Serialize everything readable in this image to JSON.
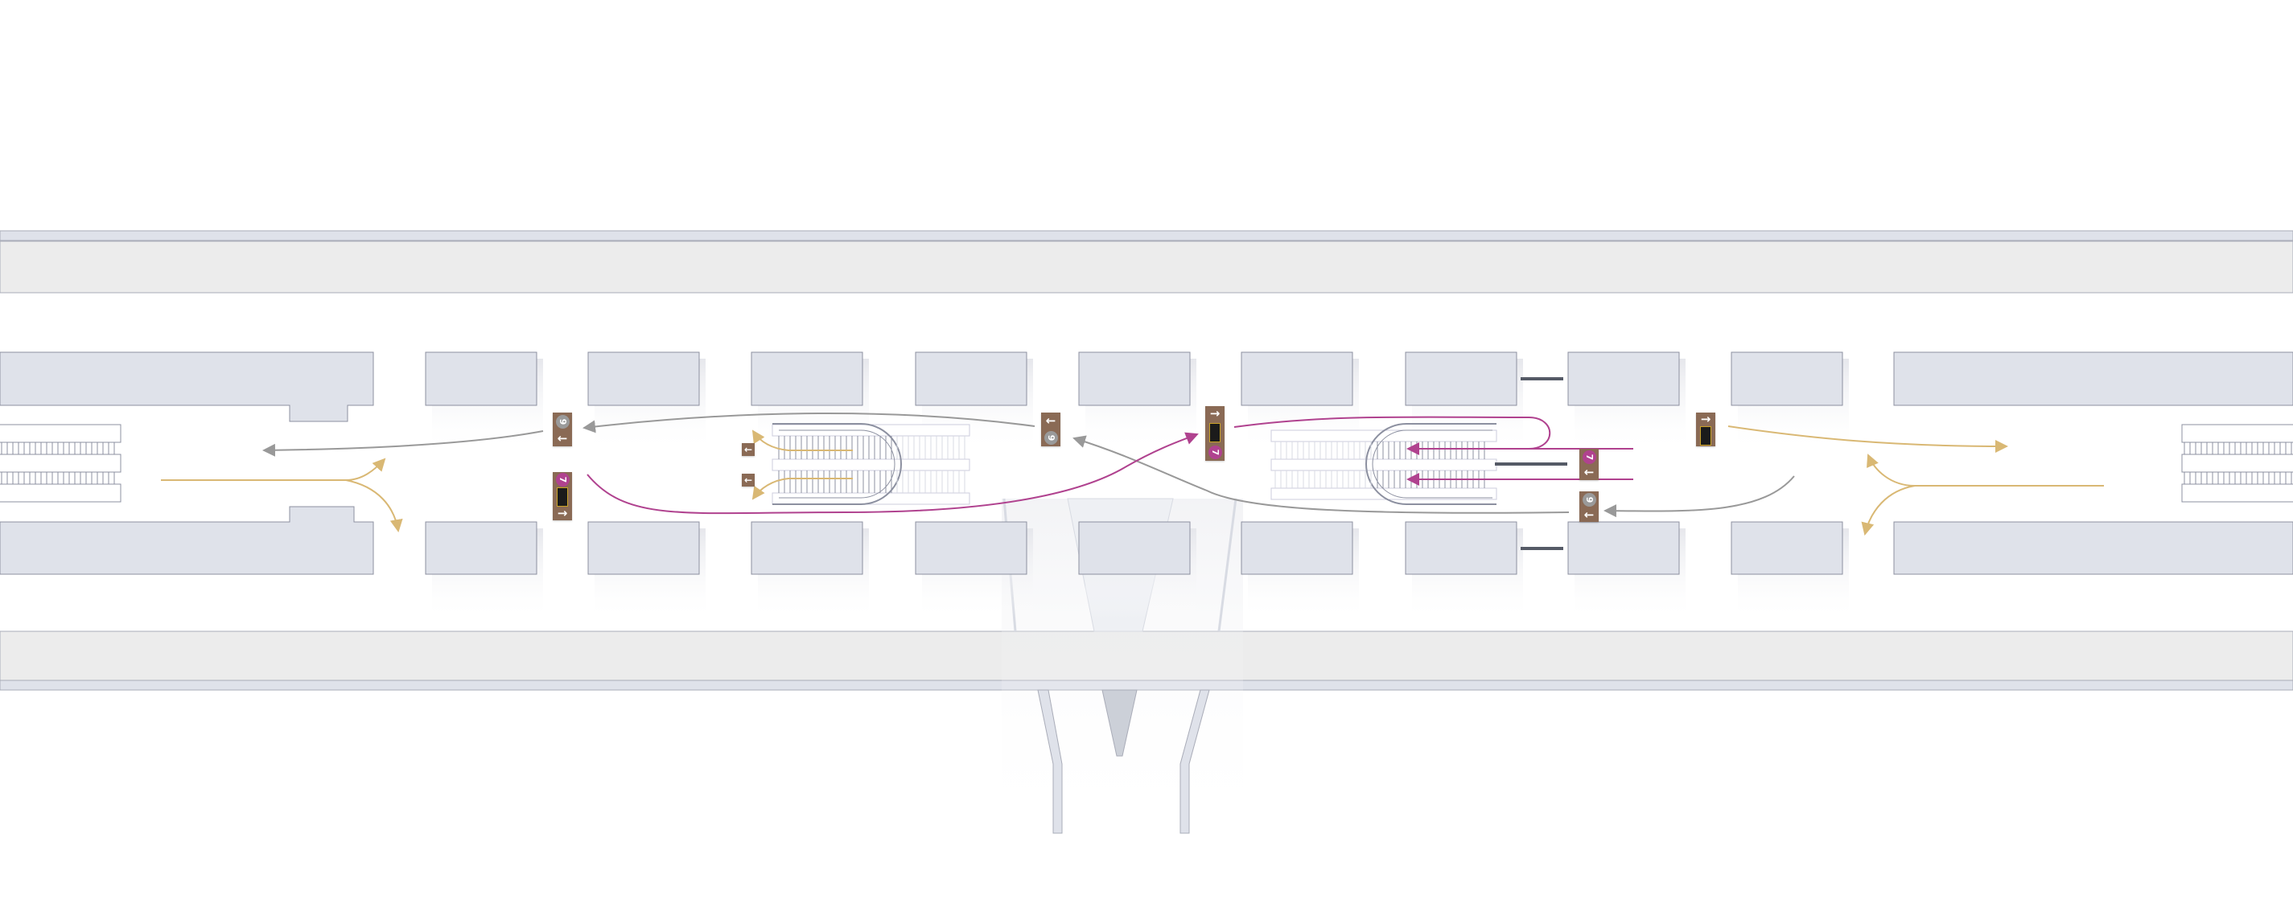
{
  "title": "Station concourse wayfinding plan",
  "colors": {
    "line7": "#b0428f",
    "line9": "#9a9a9a",
    "exit": "#d9b874",
    "sign": "#8a6a55",
    "block": "#dfe2ea"
  },
  "signs": {
    "line9": "9",
    "line7": "7",
    "left_arrow": "←",
    "right_arrow": "→"
  }
}
